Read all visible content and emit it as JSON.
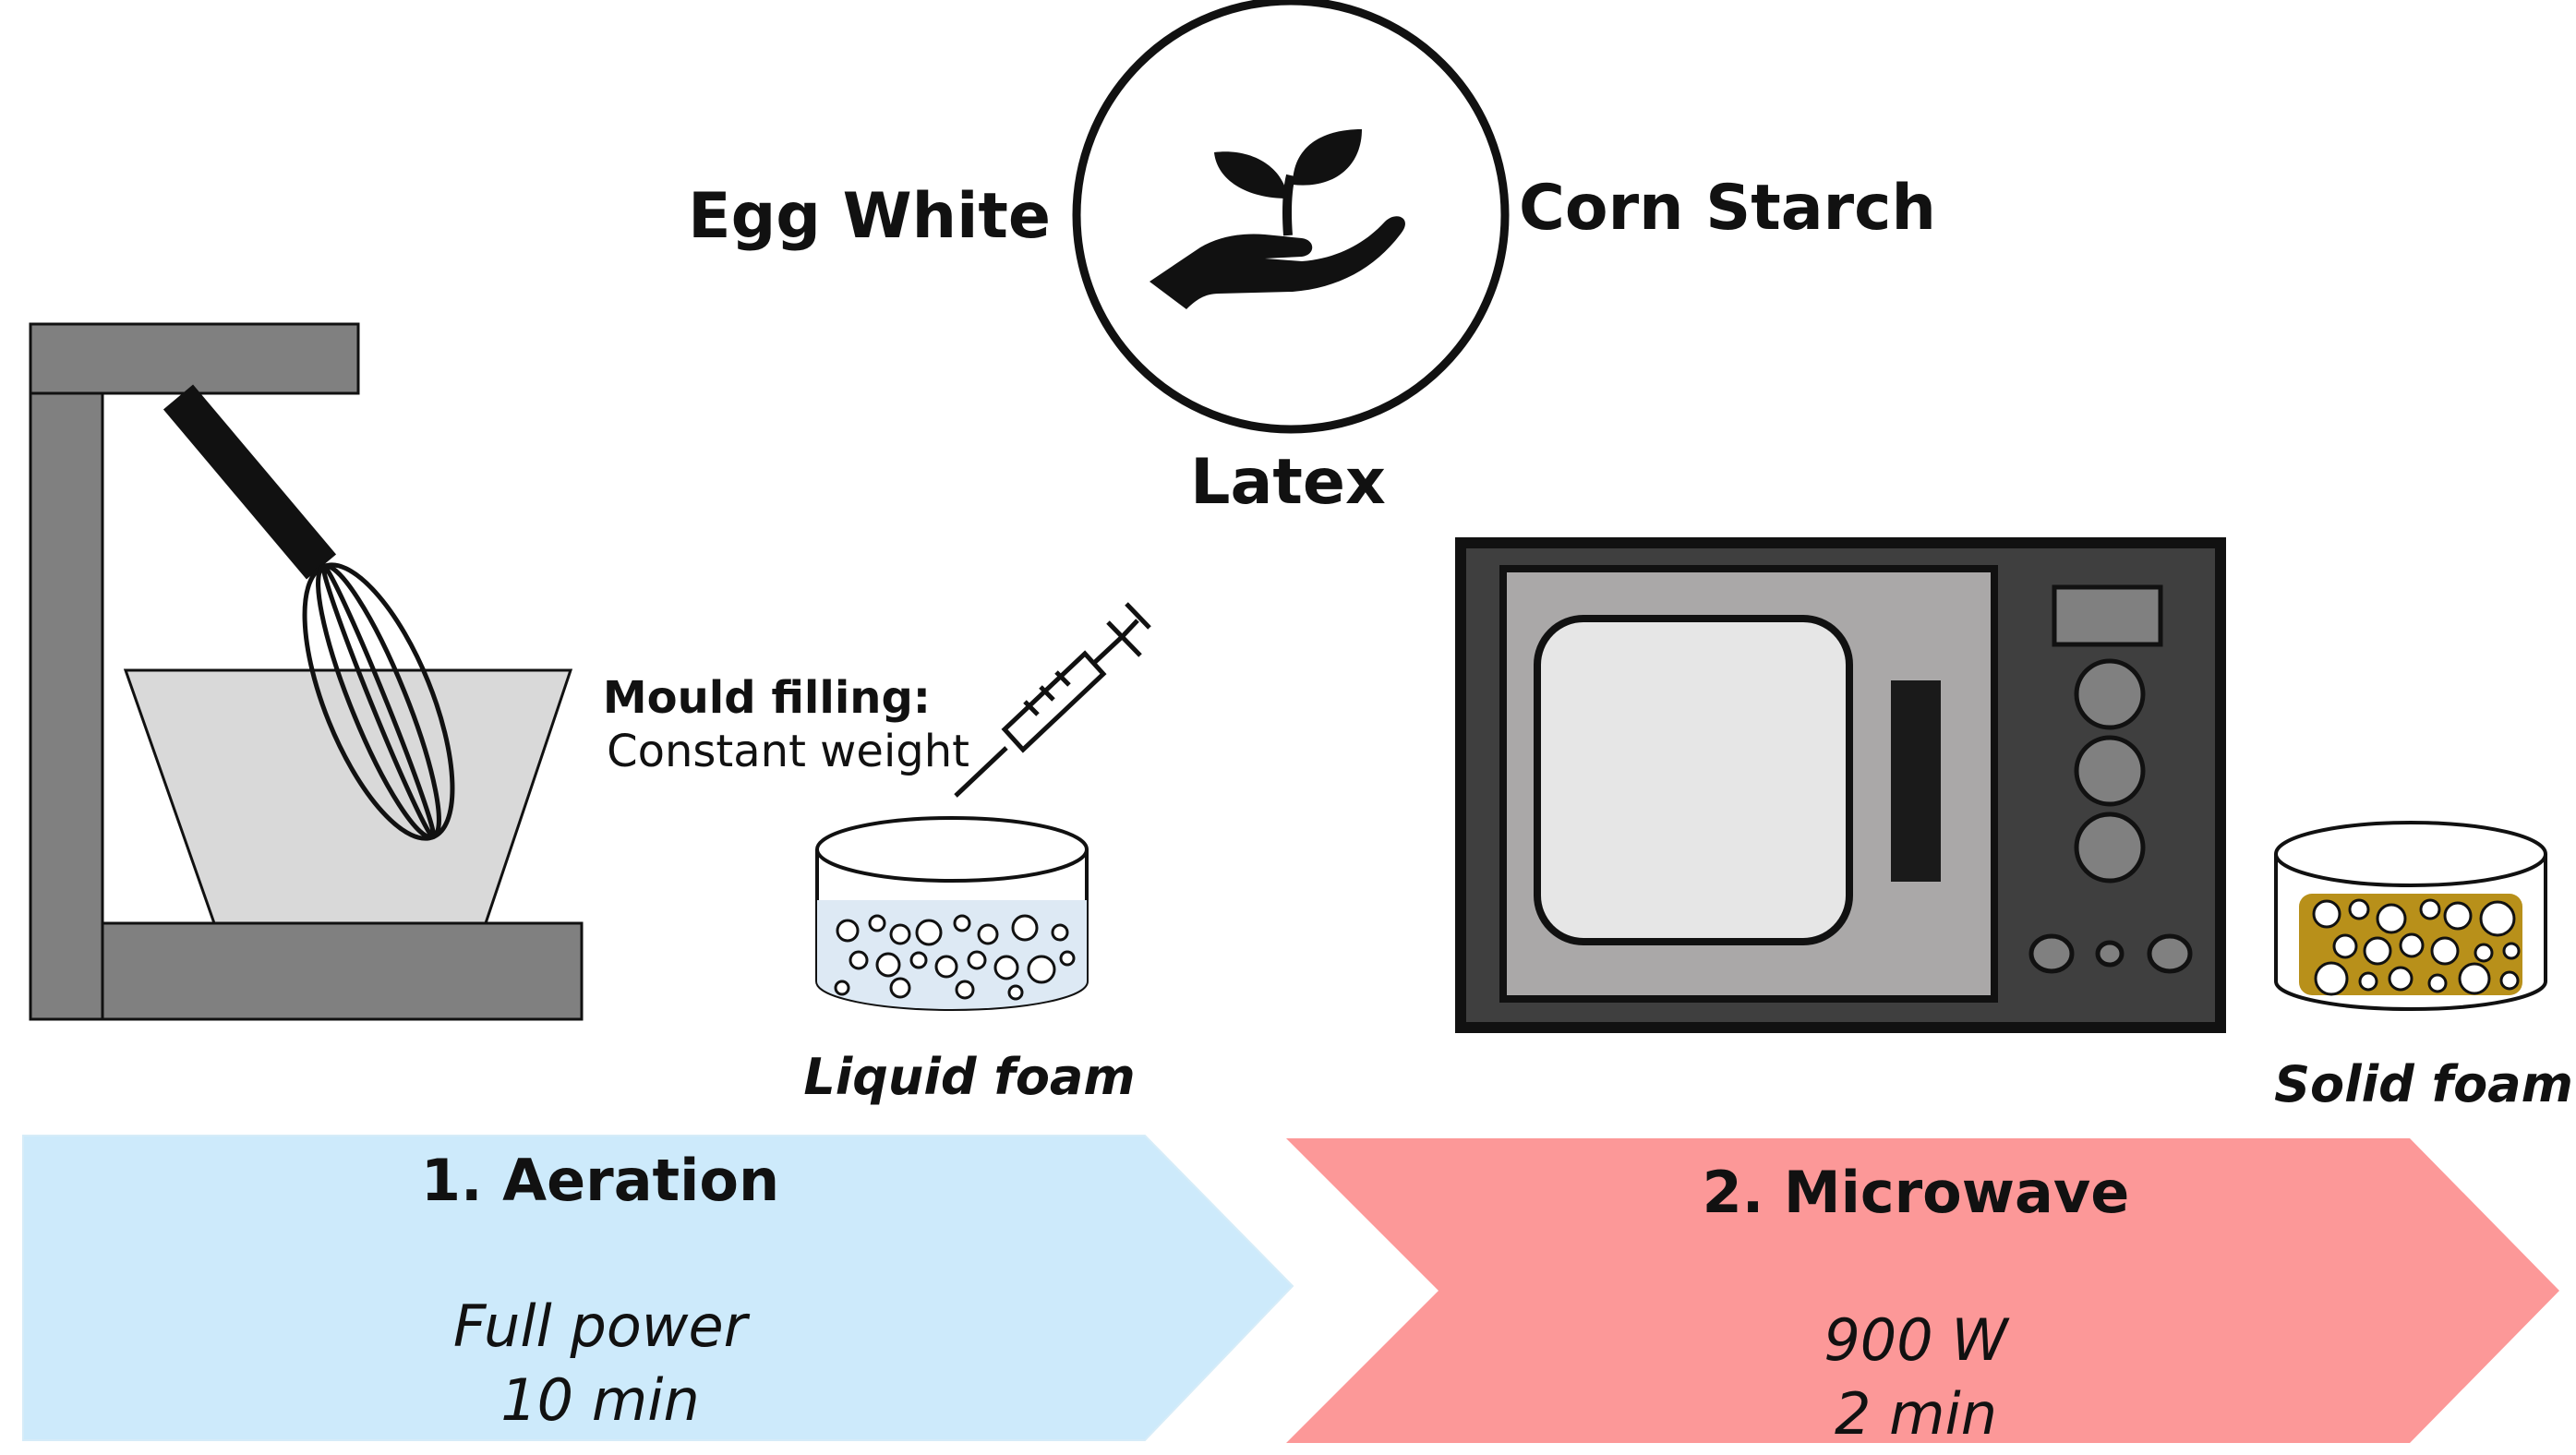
{
  "ingredients": {
    "left": "Egg White",
    "right": "Corn Starch",
    "bottom": "Latex",
    "icon": "plant-in-hand-icon"
  },
  "mould": {
    "title": "Mould filling:",
    "subtitle": "Constant weight",
    "icon": "syringe-icon"
  },
  "foams": {
    "liquid": "Liquid foam",
    "solid": "Solid foam"
  },
  "steps": [
    {
      "title": "1. Aeration",
      "line1": "Full power",
      "line2": "10 min",
      "color": "#cdeafb"
    },
    {
      "title": "2. Microwave",
      "line1": "900 W",
      "line2": "2 min",
      "color": "#fc9898"
    }
  ],
  "colors": {
    "mixer_gray": "#808080",
    "bowl_fill": "#d9d9d9",
    "microwave_body": "#3f3f3f",
    "microwave_door": "#aaa8a8",
    "window": "#e6e6e6",
    "liquid_foam": "#dde9f4",
    "solid_foam": "#b8901a"
  }
}
